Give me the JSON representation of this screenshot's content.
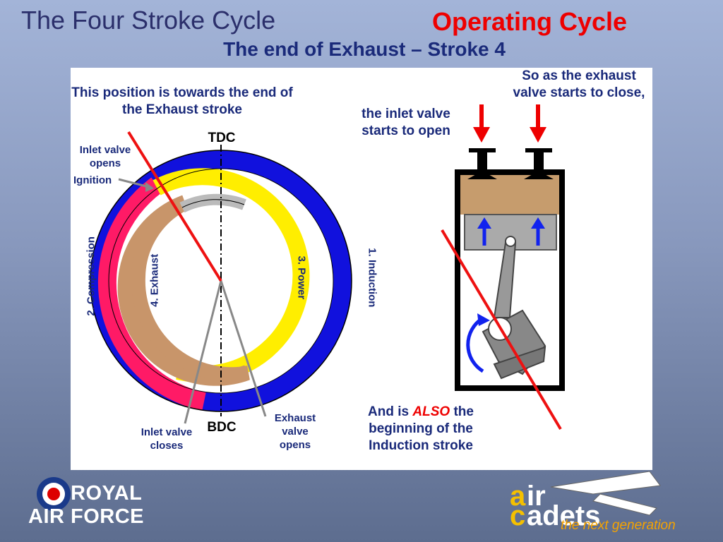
{
  "header": {
    "title": "The Four Stroke Cycle",
    "section": "Operating Cycle",
    "subtitle": "The end of Exhaust – Stroke 4"
  },
  "diagram": {
    "position_note": "This position is towards the end of the Exhaust stroke",
    "tdc": "TDC",
    "bdc": "BDC",
    "inlet_valve_opens": "Inlet valve opens",
    "ignition": "Ignition",
    "compression": "2. Compression",
    "exhaust": "4. Exhaust",
    "power": "3. Power",
    "induction": "1. Induction",
    "inlet_valve_closes": "Inlet valve closes",
    "exhaust_valve_opens": "Exhaust valve opens",
    "inlet_open_note": "the inlet valve starts to open",
    "exhaust_close_note": "So as the exhaust valve starts to close,",
    "also_prefix": "And is ",
    "also_word": "ALSO",
    "also_suffix": " the beginning of the Induction stroke"
  },
  "branding": {
    "raf_line1": "ROYAL",
    "raf_line2": "AIR FORCE",
    "cadets_tagline": "the next generation",
    "cadets_logo_text": "air cadets"
  },
  "colors": {
    "induction_arc": "#1111dd",
    "compression_arc": "#ff1a66",
    "power_arc": "#ffee00",
    "exhaust_arc": "#cc9966",
    "marker_line": "#ee1111",
    "piston_bg": "#c69c6d"
  }
}
